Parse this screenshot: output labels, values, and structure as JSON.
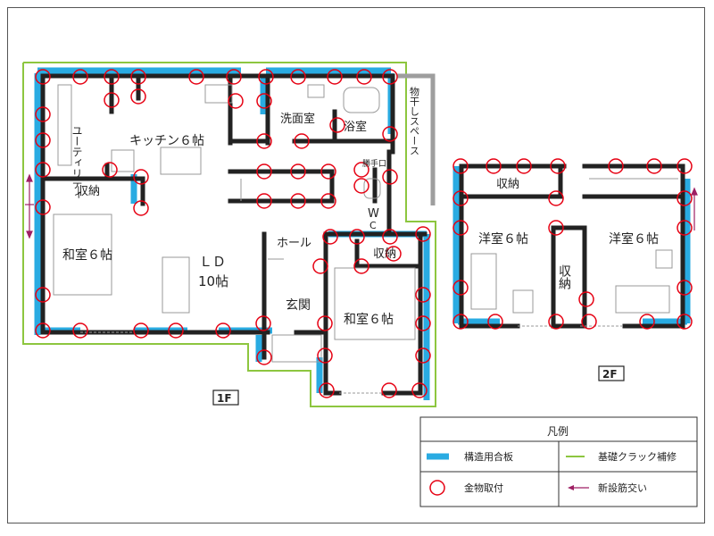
{
  "floor1": {
    "label": "1F",
    "rooms": {
      "utility": "ユーティリティ",
      "kitchen": "キッチン６帖",
      "washroom": "洗面室",
      "bathroom": "浴室",
      "storage_left": "収納",
      "ld": "ＬＤ",
      "ld_size": "10帖",
      "japanese_left": "和室６帖",
      "hall": "ホール",
      "storage_mid": "収納",
      "entrance": "玄関",
      "japanese_right": "和室６帖",
      "wc": "W",
      "wc2": "C",
      "back_door": "勝手口"
    },
    "drying_space": "物干しスペース"
  },
  "floor2": {
    "label": "2F",
    "rooms": {
      "storage_top": "収納",
      "western_left": "洋室６帖",
      "western_right": "洋室６帖",
      "storage_mid": "収納"
    }
  },
  "legend": {
    "title": "凡例",
    "items": [
      {
        "label": "構造用合板",
        "symbol": "blue-bar",
        "color": "#29abe2"
      },
      {
        "label": "基礎クラック補修",
        "symbol": "green-line",
        "color": "#8dc63f"
      },
      {
        "label": "金物取付",
        "symbol": "red-circle",
        "color": "#e60012"
      },
      {
        "label": "新設筋交い",
        "symbol": "purple-arrow",
        "color": "#9e1f63"
      }
    ]
  }
}
